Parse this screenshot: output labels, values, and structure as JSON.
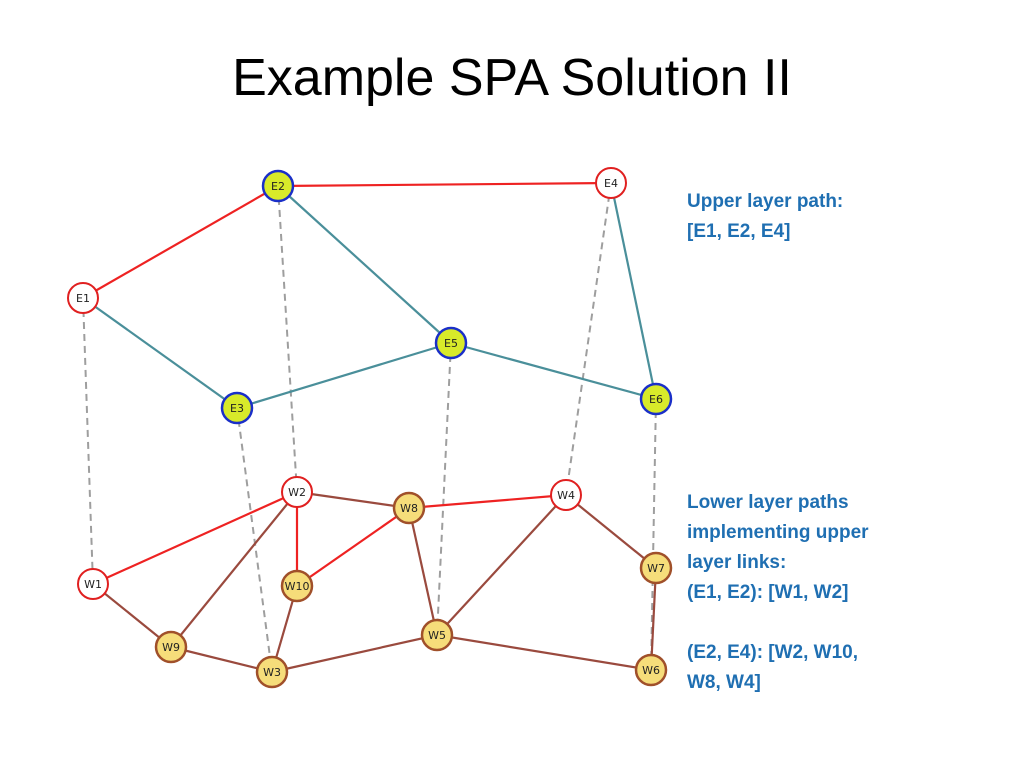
{
  "title": "Example SPA Solution II",
  "colors": {
    "path_edge": "#ee2222",
    "upper_edge": "#4a8f9a",
    "lower_edge": "#9a4a3e",
    "mapping_edge": "#9e9e9e",
    "node_red_border": "#e02020",
    "node_blue_border": "#1a2fc8",
    "node_brown_border": "#a0502a",
    "fill_white": "#ffffff",
    "fill_yellowgreen": "#d8ea2a",
    "fill_yellow": "#f6dd7a",
    "note_text": "#1f6fb2"
  },
  "graph": {
    "nodes": [
      {
        "id": "E1",
        "label": "E1",
        "style": "red"
      },
      {
        "id": "E2",
        "label": "E2",
        "style": "blue"
      },
      {
        "id": "E3",
        "label": "E3",
        "style": "blue"
      },
      {
        "id": "E4",
        "label": "E4",
        "style": "red"
      },
      {
        "id": "E5",
        "label": "E5",
        "style": "blue"
      },
      {
        "id": "E6",
        "label": "E6",
        "style": "blue"
      },
      {
        "id": "W1",
        "label": "W1",
        "style": "red"
      },
      {
        "id": "W2",
        "label": "W2",
        "style": "red"
      },
      {
        "id": "W3",
        "label": "W3",
        "style": "brown"
      },
      {
        "id": "W4",
        "label": "W4",
        "style": "red"
      },
      {
        "id": "W5",
        "label": "W5",
        "style": "brown"
      },
      {
        "id": "W6",
        "label": "W6",
        "style": "brown"
      },
      {
        "id": "W7",
        "label": "W7",
        "style": "brown"
      },
      {
        "id": "W8",
        "label": "W8",
        "style": "brown"
      },
      {
        "id": "W9",
        "label": "W9",
        "style": "brown"
      },
      {
        "id": "W10",
        "label": "W10",
        "style": "brown"
      }
    ],
    "edges": [
      {
        "from": "E1",
        "to": "E2",
        "type": "path"
      },
      {
        "from": "E2",
        "to": "E4",
        "type": "path"
      },
      {
        "from": "E1",
        "to": "E3",
        "type": "upper"
      },
      {
        "from": "E2",
        "to": "E5",
        "type": "upper"
      },
      {
        "from": "E3",
        "to": "E5",
        "type": "upper"
      },
      {
        "from": "E5",
        "to": "E6",
        "type": "upper"
      },
      {
        "from": "E4",
        "to": "E6",
        "type": "upper"
      },
      {
        "from": "E1",
        "to": "W1",
        "type": "mapping"
      },
      {
        "from": "E2",
        "to": "W2",
        "type": "mapping"
      },
      {
        "from": "E3",
        "to": "W3",
        "type": "mapping"
      },
      {
        "from": "E4",
        "to": "W4",
        "type": "mapping"
      },
      {
        "from": "E5",
        "to": "W5",
        "type": "mapping"
      },
      {
        "from": "E6",
        "to": "W6",
        "type": "mapping"
      },
      {
        "from": "W1",
        "to": "W2",
        "type": "path"
      },
      {
        "from": "W2",
        "to": "W10",
        "type": "path"
      },
      {
        "from": "W10",
        "to": "W8",
        "type": "path"
      },
      {
        "from": "W8",
        "to": "W4",
        "type": "path"
      },
      {
        "from": "W1",
        "to": "W9",
        "type": "lower"
      },
      {
        "from": "W9",
        "to": "W3",
        "type": "lower"
      },
      {
        "from": "W9",
        "to": "W2",
        "type": "lower"
      },
      {
        "from": "W2",
        "to": "W8",
        "type": "lower"
      },
      {
        "from": "W10",
        "to": "W3",
        "type": "lower"
      },
      {
        "from": "W3",
        "to": "W5",
        "type": "lower"
      },
      {
        "from": "W8",
        "to": "W5",
        "type": "lower"
      },
      {
        "from": "W5",
        "to": "W4",
        "type": "lower"
      },
      {
        "from": "W5",
        "to": "W6",
        "type": "lower"
      },
      {
        "from": "W4",
        "to": "W7",
        "type": "lower"
      },
      {
        "from": "W7",
        "to": "W6",
        "type": "lower"
      }
    ]
  },
  "notes": {
    "upper": [
      "Upper layer path:",
      "[E1, E2, E4]"
    ],
    "lower": [
      "Lower layer paths",
      "implementing upper",
      "layer links:",
      "(E1, E2): [W1, W2]",
      "",
      "(E2, E4): [W2, W10,",
      "W8, W4]"
    ]
  }
}
